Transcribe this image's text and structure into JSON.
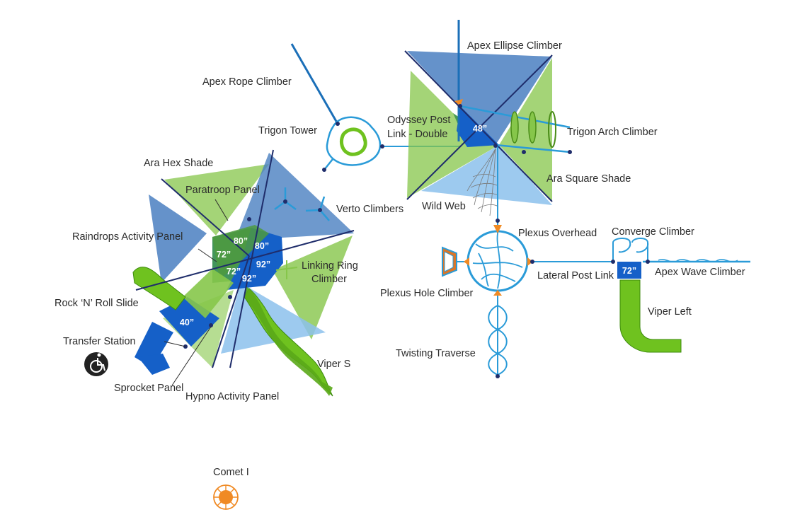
{
  "labels": {
    "apex_rope_climber": "Apex Rope Climber",
    "apex_ellipse_climber": "Apex Ellipse Climber",
    "odyssey_post_link_1": "Odyssey Post",
    "odyssey_post_link_2": "Link - Double",
    "trigon_tower": "Trigon Tower",
    "trigon_arch_climber": "Trigon Arch Climber",
    "ara_hex_shade": "Ara Hex Shade",
    "ara_square_shade": "Ara Square Shade",
    "paratroop_panel": "Paratroop Panel",
    "verto_climbers": "Verto Climbers",
    "wild_web": "Wild Web",
    "raindrops_activity_panel": "Raindrops Activity Panel",
    "plexus_overhead": "Plexus Overhead",
    "converge_climber": "Converge Climber",
    "linking_ring_climber_1": "Linking Ring",
    "linking_ring_climber_2": "Climber",
    "lateral_post_link": "Lateral Post Link",
    "apex_wave_climber": "Apex Wave Climber",
    "plexus_hole_climber": "Plexus Hole Climber",
    "rock_n_roll_slide": "Rock ‘N’ Roll Slide",
    "viper_left": "Viper Left",
    "transfer_station": "Transfer Station",
    "twisting_traverse": "Twisting Traverse",
    "viper_s": "Viper S",
    "sprocket_panel": "Sprocket Panel",
    "hypno_activity_panel": "Hypno Activity Panel",
    "comet_i": "Comet I"
  },
  "deck_heights": {
    "deck_80_top": "80”",
    "deck_80_right": "80”",
    "deck_72_left": "72”",
    "deck_72_mid": "72”",
    "deck_92_right": "92”",
    "deck_92_bottom": "92”",
    "deck_40": "40”",
    "deck_48": "48”",
    "deck_72_right": "72”"
  },
  "colors": {
    "shade_blue": "#4a7fc1",
    "shade_light_blue": "#8cc1ec",
    "shade_green": "#86c64a",
    "deck_blue": "#1560c8",
    "slide_green": "#6fc21f",
    "climber_cyan": "#2a9bd8",
    "post_navy": "#1f2d6b",
    "accent_orange": "#f08a24",
    "text": "#2b2b2b"
  },
  "icons": {
    "transfer_station": "wheelchair-access-icon",
    "comet_i": "spinner-icon"
  }
}
